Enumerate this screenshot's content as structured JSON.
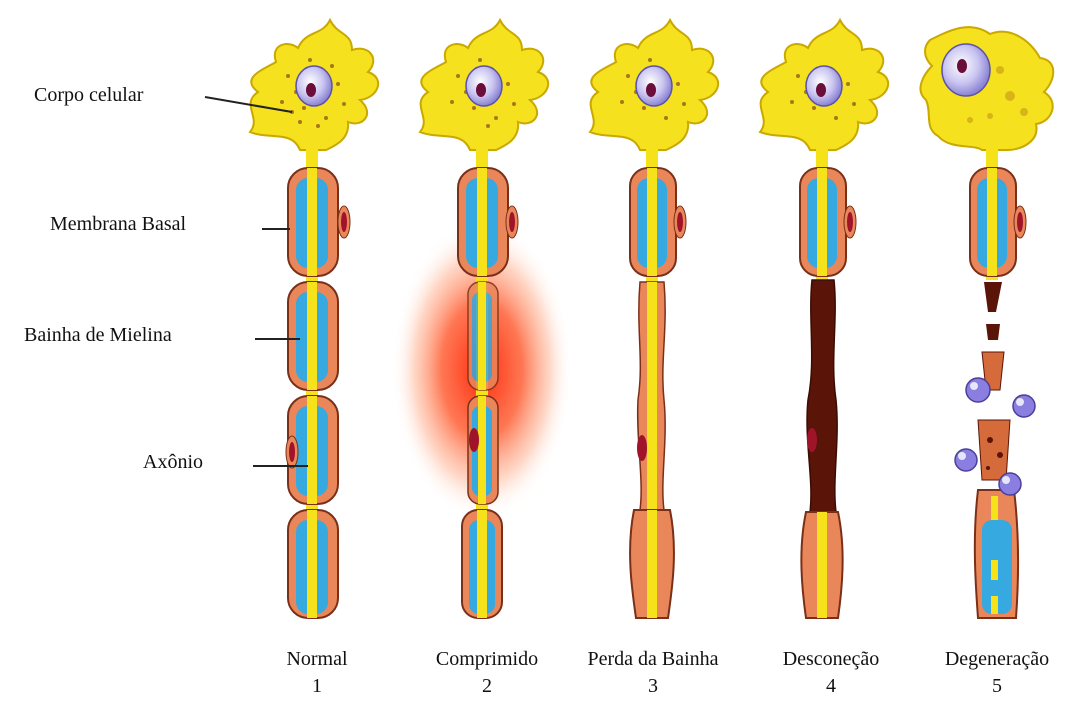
{
  "labels": {
    "cell_body": "Corpo celular",
    "basal_membrane": "Membrana Basal",
    "myelin_sheath": "Bainha de Mielina",
    "axon": "Axônio"
  },
  "stages": [
    {
      "name": "Normal",
      "number": "1"
    },
    {
      "name": "Comprimido",
      "number": "2"
    },
    {
      "name": "Perda da Bainha",
      "number": "3"
    },
    {
      "name": "Desconeção",
      "number": "4"
    },
    {
      "name": "Degeneração",
      "number": "5"
    }
  ],
  "colors": {
    "soma": "#f5e11e",
    "soma_outline": "#c9a800",
    "nucleus": "#b9b3e6",
    "nucleolus": "#6a0f3a",
    "sheath": "#e9875a",
    "sheath_outline": "#7a3018",
    "myelin": "#35a9e0",
    "axon": "#f6e21a",
    "damage": "#ff2a0a",
    "dark_axon": "#5a1508",
    "macrophage": "#8a7fe0"
  }
}
